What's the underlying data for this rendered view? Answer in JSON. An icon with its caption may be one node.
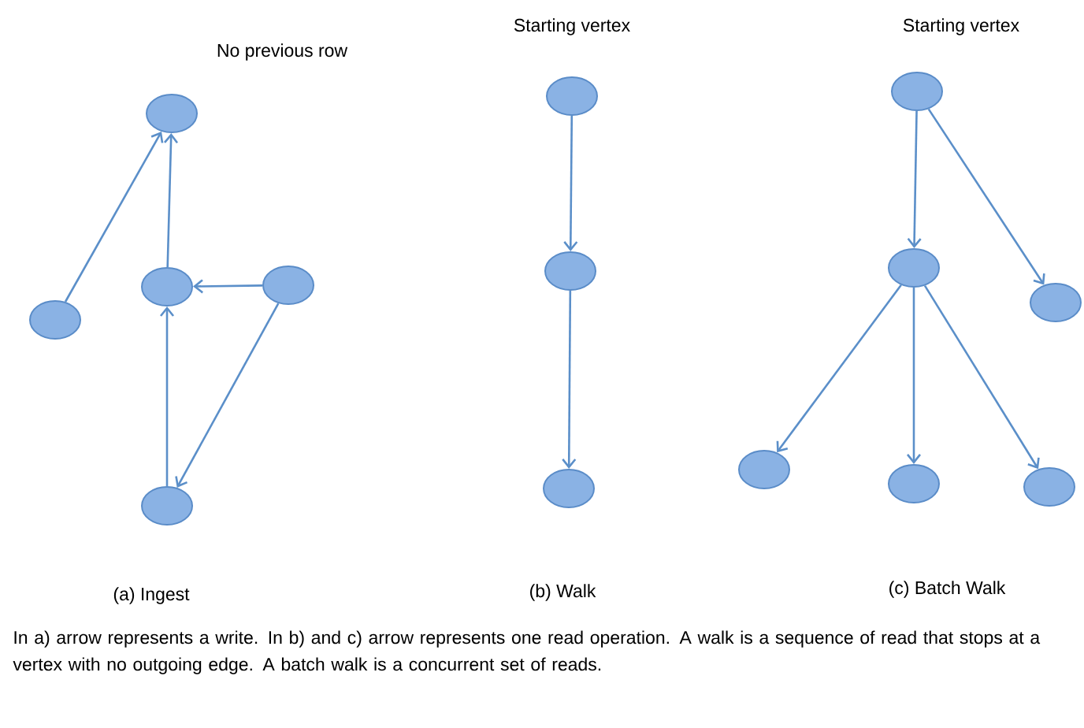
{
  "diagram": {
    "caption": "In a) arrow represents a write. In b) and c) arrow represents one read operation. A walk is a sequence of read that stops at a vertex with no outgoing edge. A batch walk is a concurrent set of reads.",
    "nodes": [
      {
        "text": [],
        "shape": "ellipse"
      },
      {
        "text": [],
        "shape": "ellipse"
      },
      {
        "text": [],
        "shape": "ellipse"
      },
      {
        "text": [],
        "shape": "ellipse"
      },
      {
        "text": [],
        "shape": "ellipse"
      },
      {
        "text": [],
        "shape": "ellipse"
      },
      {
        "text": [],
        "shape": "ellipse"
      },
      {
        "text": [],
        "shape": "ellipse"
      },
      {
        "text": [],
        "shape": "ellipse"
      },
      {
        "text": [],
        "shape": "ellipse"
      },
      {
        "text": [],
        "shape": "ellipse"
      },
      {
        "text": [],
        "shape": "ellipse"
      },
      {
        "text": [],
        "shape": "ellipse"
      },
      {
        "text": [],
        "shape": "ellipse"
      }
    ],
    "edges": [
      {
        "from": 1,
        "to": 0,
        "arrow": "to"
      },
      {
        "from": 2,
        "to": 0,
        "arrow": "to"
      },
      {
        "from": 3,
        "to": 2,
        "arrow": "to"
      },
      {
        "from": 4,
        "to": 2,
        "arrow": "to"
      },
      {
        "from": 3,
        "to": 4,
        "arrow": "to"
      },
      {
        "from": 5,
        "to": 6,
        "arrow": "to"
      },
      {
        "from": 6,
        "to": 7,
        "arrow": "to"
      },
      {
        "from": 8,
        "to": 9,
        "arrow": "to"
      },
      {
        "from": 8,
        "to": 10,
        "arrow": "to"
      },
      {
        "from": 9,
        "to": 11,
        "arrow": "to"
      },
      {
        "from": 9,
        "to": 12,
        "arrow": "to"
      },
      {
        "from": 9,
        "to": 13,
        "arrow": "to"
      }
    ],
    "labels": [
      "No previous row",
      "Starting vertex",
      "Starting vertex",
      "(a)  Ingest",
      "(b) Walk",
      "(c) Batch Walk"
    ]
  }
}
